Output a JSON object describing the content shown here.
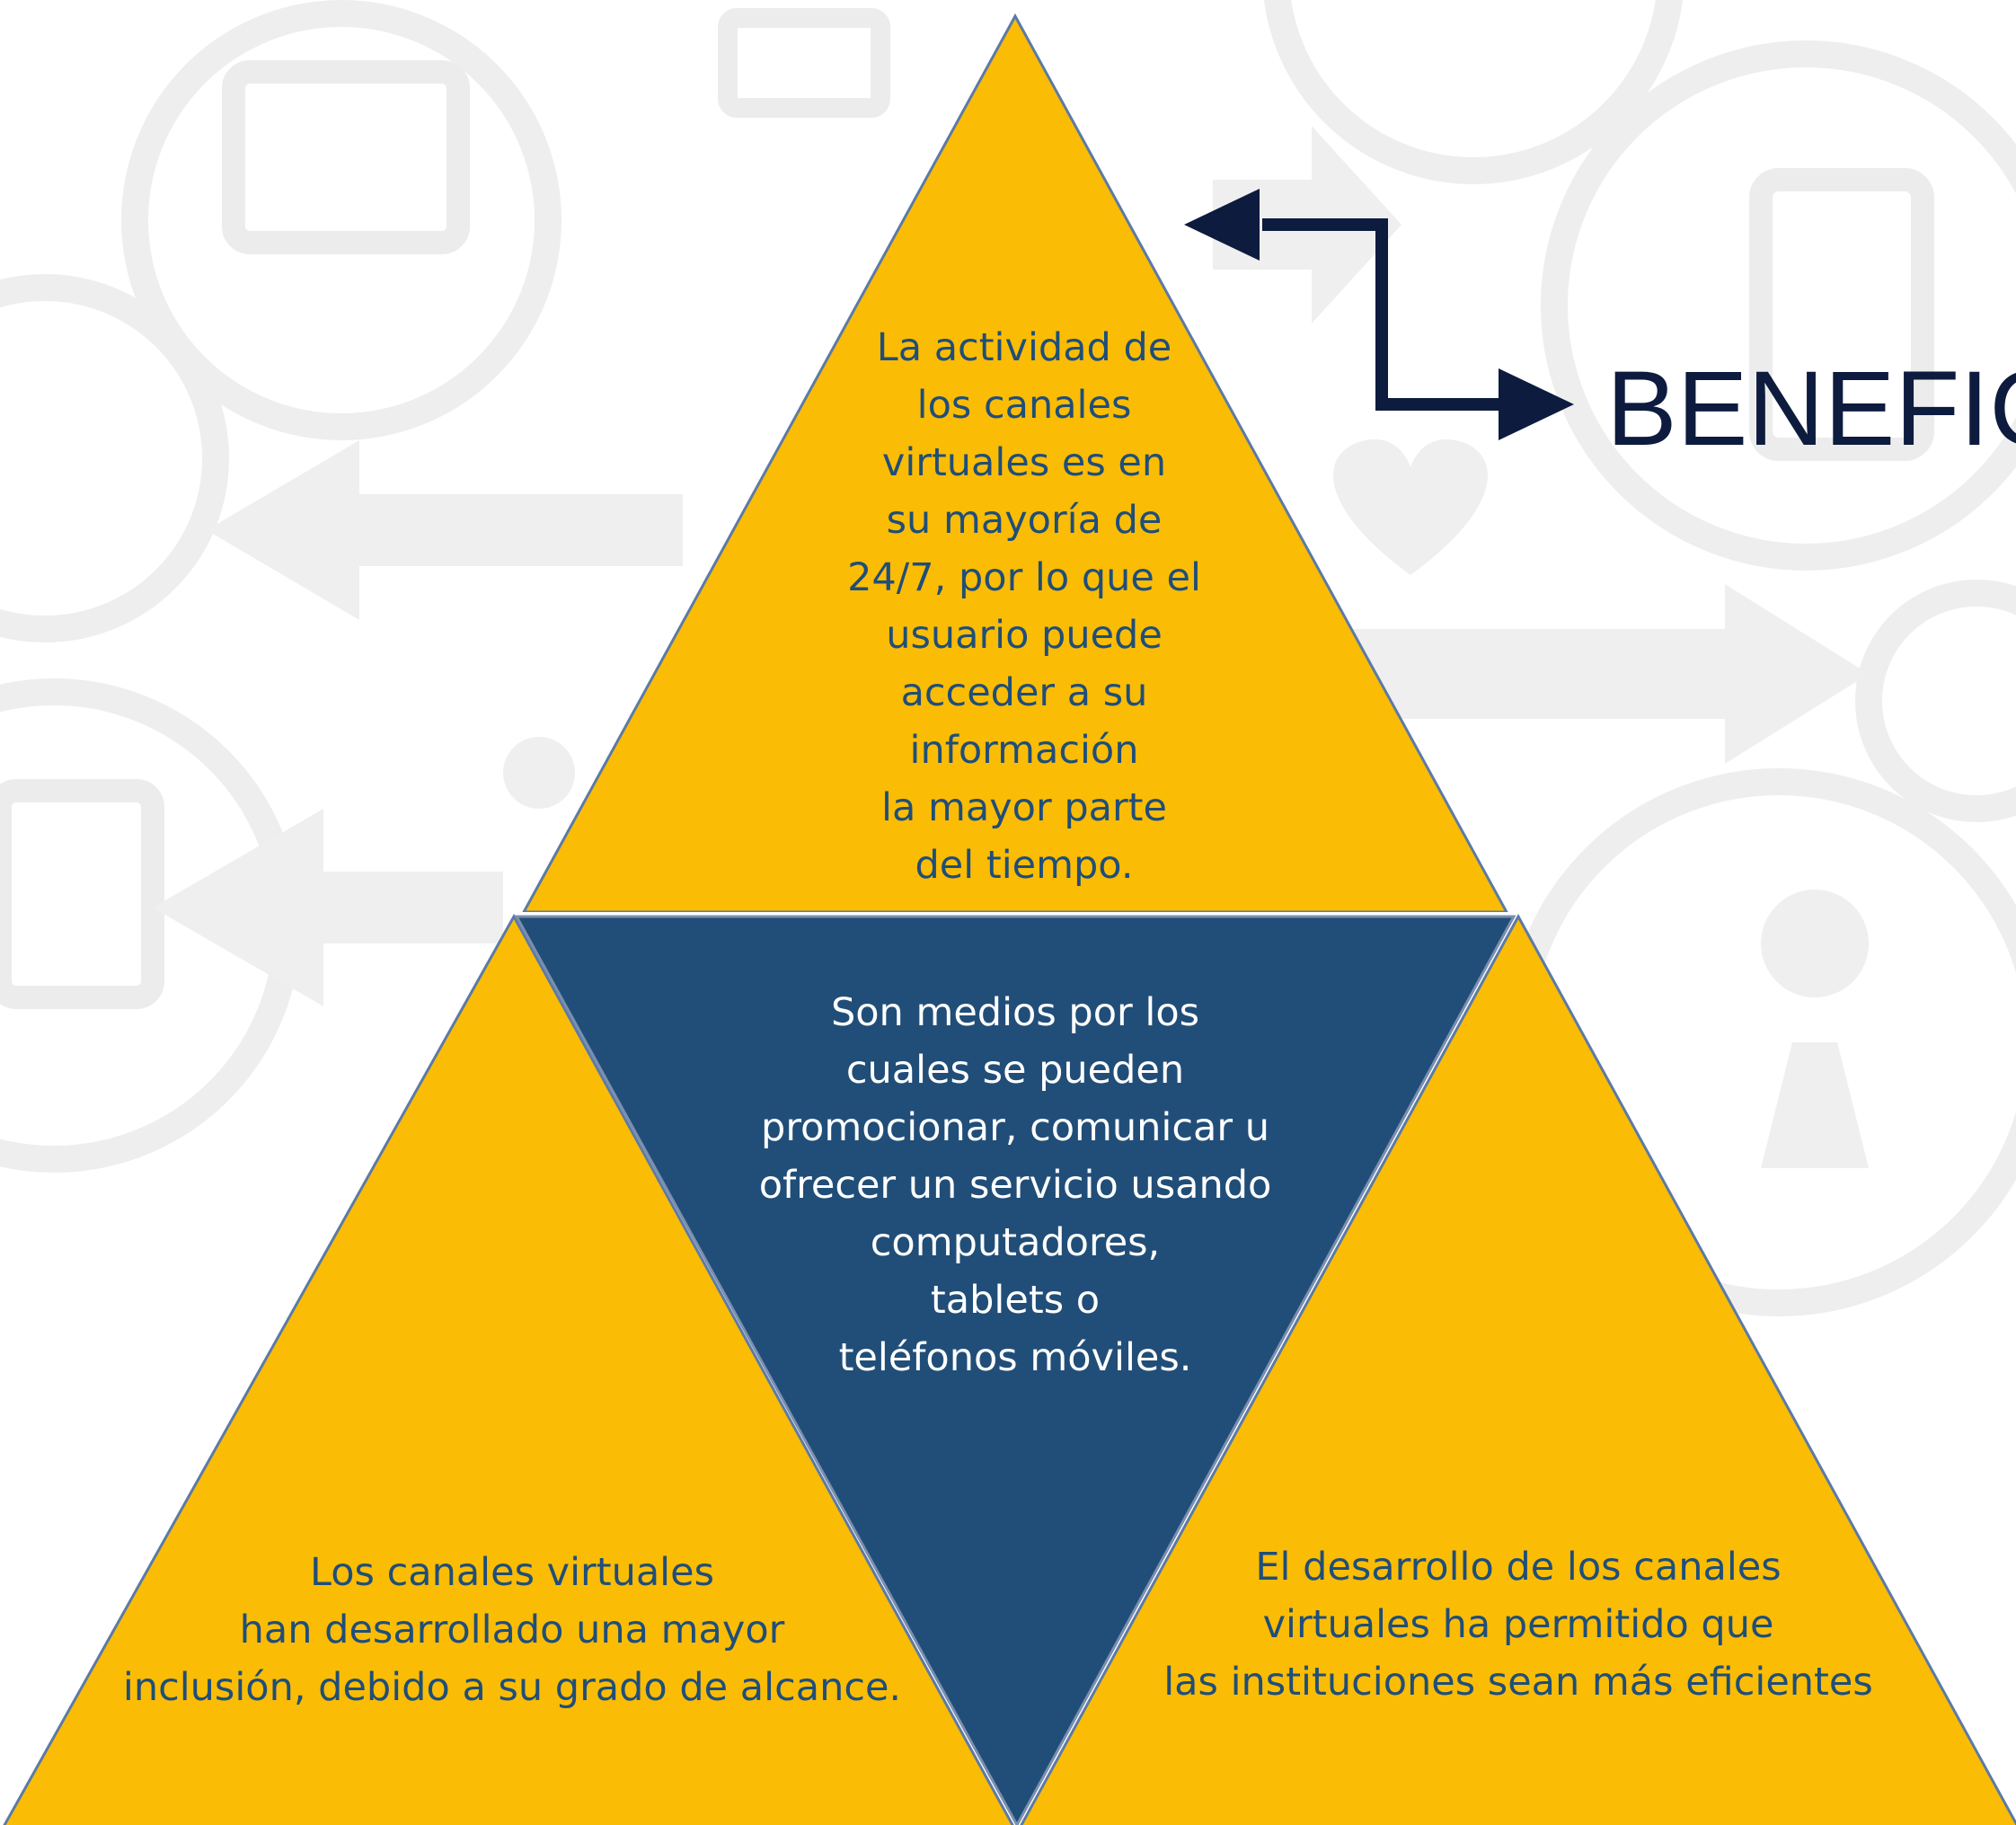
{
  "title": "BENEFIC",
  "colors": {
    "yellow": "#fbbc05",
    "blue": "#214e78",
    "navy": "#0d1b3e",
    "text_blue": "#1f4e79",
    "background_icons": "#ebebeb"
  },
  "triangles": {
    "top": {
      "lines": [
        "La actividad de",
        "los canales",
        "virtuales es en",
        "su mayoría de",
        "24/7, por lo que el",
        "usuario puede",
        "acceder a su",
        "información",
        "la mayor parte",
        "del tiempo."
      ]
    },
    "center": {
      "lines": [
        "Son medios por los",
        "cuales se pueden",
        "promocionar, comunicar u",
        "ofrecer un servicio usando",
        "computadores,",
        "tablets o",
        "teléfonos móviles."
      ]
    },
    "bottom_left": {
      "lines": [
        "Los canales virtuales",
        "han desarrollado una mayor",
        "inclusión, debido a su grado de alcance."
      ]
    },
    "bottom_right": {
      "lines": [
        "El desarrollo de los canales",
        "virtuales ha permitido que",
        "las instituciones sean más eficientes"
      ]
    }
  },
  "background_icons": [
    "wifi-tablet-icon",
    "upload-icon",
    "phone-icon",
    "network-icon",
    "heart-plus-icon",
    "music-note-icon",
    "broadcast-icon",
    "arrow-left-icon",
    "arrow-right-icon"
  ]
}
